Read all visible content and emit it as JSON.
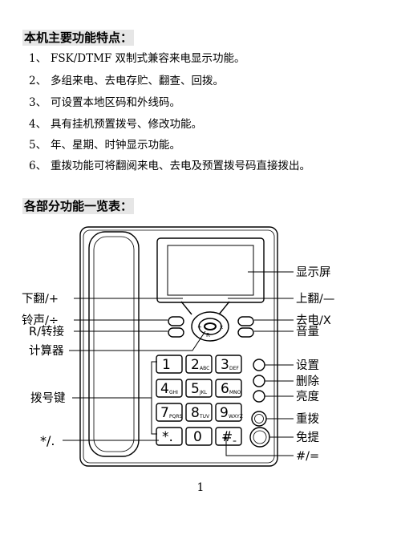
{
  "section1": {
    "title": "本机主要功能特点：",
    "features": [
      {
        "num": "1、",
        "text": "FSK/DTMF 双制式兼容来电显示功能。"
      },
      {
        "num": "2、",
        "text": "多组来电、去电存贮、翻查、回拨。"
      },
      {
        "num": "3、",
        "text": "可设置本地区码和外线码。"
      },
      {
        "num": "4、",
        "text": "具有挂机预置拨号、修改功能。"
      },
      {
        "num": "5、",
        "text": "年、星期、时钟显示功能。"
      },
      {
        "num": "6、",
        "text": "重拨功能可将翻阅来电、去电及预置拨号码直接拨出。"
      }
    ]
  },
  "section2": {
    "title": "各部分功能一览表："
  },
  "labels": {
    "display": "显示屏",
    "page_down": "下翻/+",
    "page_up": "上翻/—",
    "ring": "铃声/÷",
    "outgoing": "去电/X",
    "r_transfer": "R/转接",
    "volume": "音量",
    "calculator": "计算器",
    "settings": "设置",
    "delete": "删除",
    "brightness": "亮度",
    "dial_keys": "拨号键",
    "redial": "重拨",
    "handsfree": "免提",
    "star_dot": "*/.",
    "hash_eq": "#/="
  },
  "keypad": [
    {
      "digit": "1",
      "letters": ""
    },
    {
      "digit": "2",
      "letters": "ABC"
    },
    {
      "digit": "3",
      "letters": "DEF"
    },
    {
      "digit": "4",
      "letters": "GHI"
    },
    {
      "digit": "5",
      "letters": "JKL"
    },
    {
      "digit": "6",
      "letters": "MNO"
    },
    {
      "digit": "7",
      "letters": "PQRS"
    },
    {
      "digit": "8",
      "letters": "TUV"
    },
    {
      "digit": "9",
      "letters": "WXYZ"
    },
    {
      "digit": "*.",
      "letters": ""
    },
    {
      "digit": "0",
      "letters": ""
    },
    {
      "digit": "#",
      "letters": "="
    }
  ],
  "page_number": "1"
}
